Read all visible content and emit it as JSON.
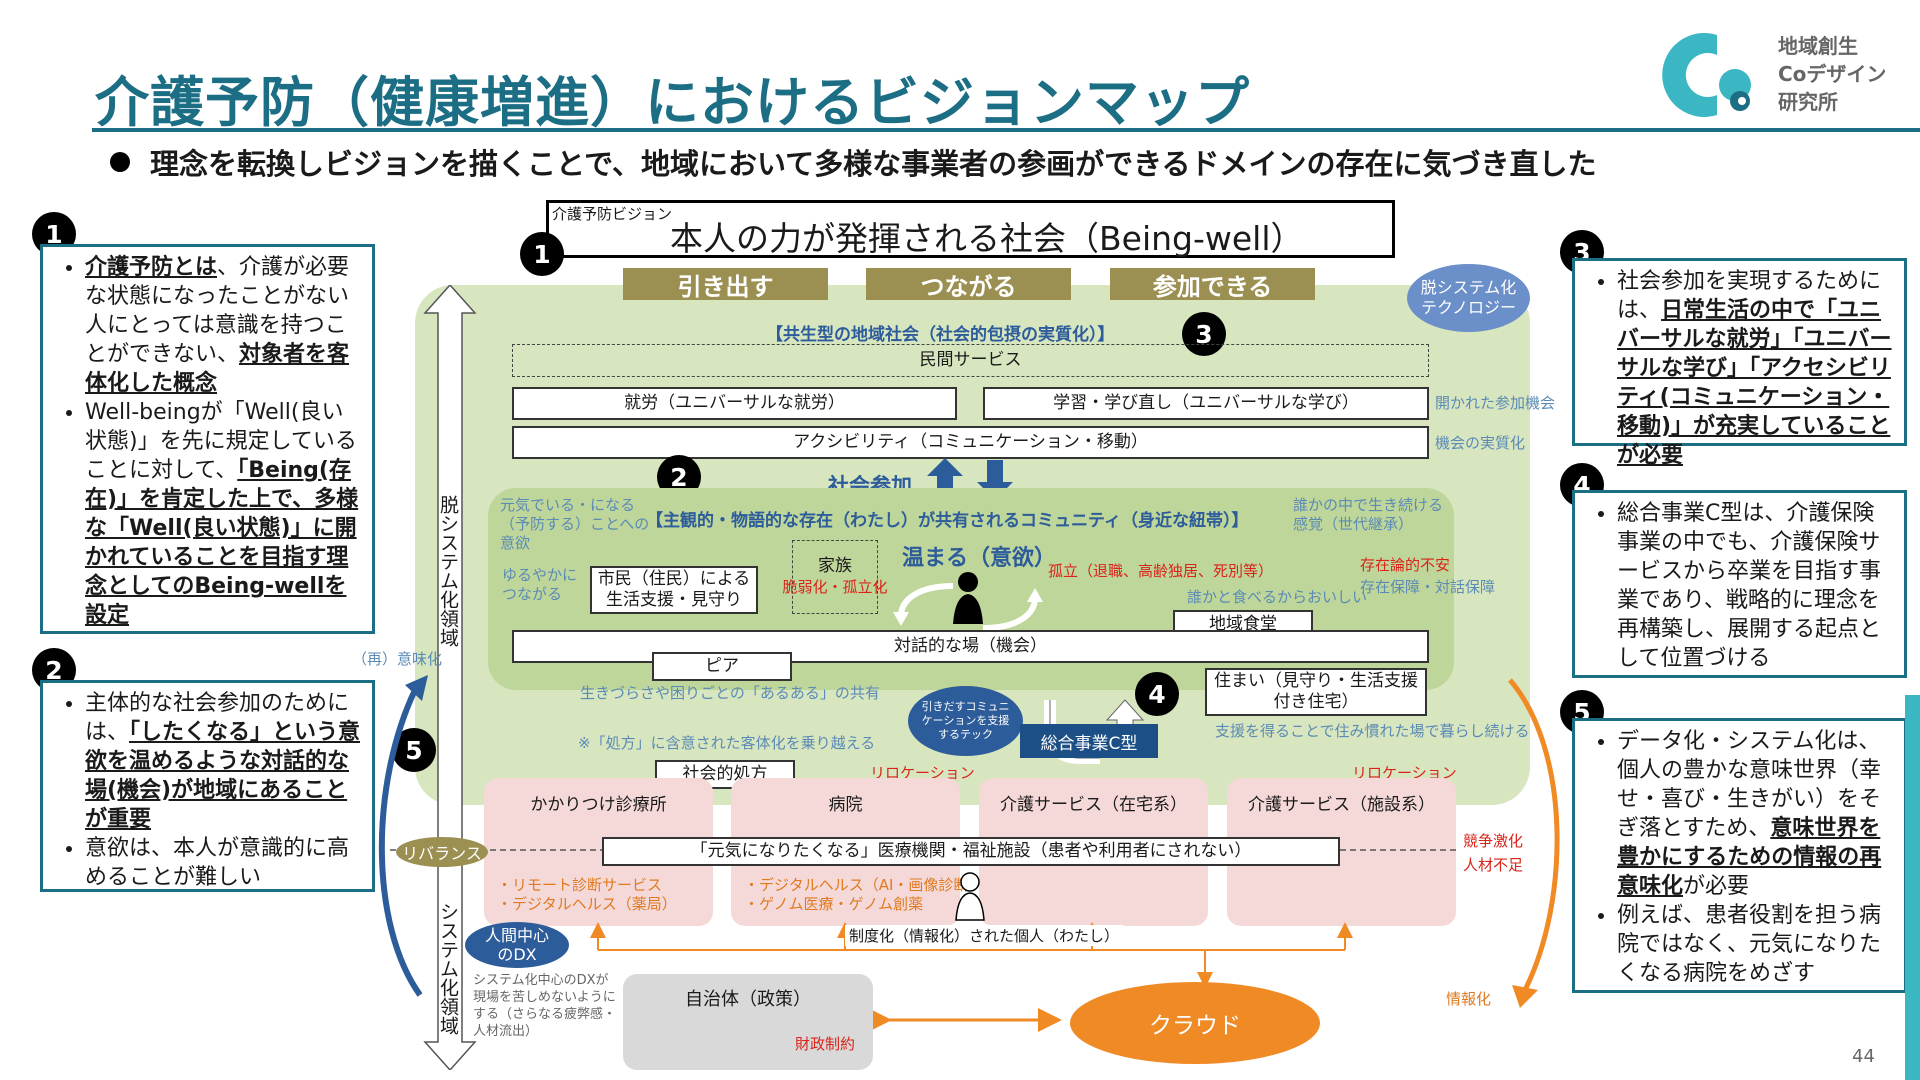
{
  "title": "介護予防（健康増進）におけるビジョンマップ",
  "subtitle": "理念を転換しビジョンを描くことで、地域において多様な事業者の参画ができるドメインの存在に気づき直した",
  "logo": {
    "lines": [
      "地域創生",
      "Coデザイン",
      "研究所"
    ]
  },
  "page_number": "44",
  "colors": {
    "teal": "#1c6e85",
    "olive": "#9c8f52",
    "green_bg": "#d8e6c0",
    "pink": "#f5d9d9",
    "orange": "#f08a24",
    "navy": "#2d5c9a"
  },
  "left_panel": {
    "box1": {
      "num": "1",
      "b1_strong": "介護予防とは",
      "b1_text1": "、介護が必要な状態になったことがない人にとっては意識を持つことができない、",
      "b1_strong2": "対象者を客体化した概念",
      "b2_text1": "Well-beingが「Well(良い状態)」を先に規定していることに対して、",
      "b2_strong": "「Being(存在)」を肯定した上で、多様な「Well(良い状態)」に開かれていることを目指す理念としてのBeing-wellを設定"
    },
    "box2": {
      "num": "2",
      "b1_text1": "主体的な社会参加のためには、",
      "b1_strong": "「したくなる」という意欲を温めるような対話的な場(機会)が地域にあることが重要",
      "b2_text": "意欲は、本人が意識的に高めることが難しい"
    }
  },
  "right_panel": {
    "box3": {
      "num": "3",
      "text1": "社会参加を実現するためには、",
      "strong": "日常生活の中で「ユニバーサルな就労」「ユニバーサルな学び」「アクセシビリティ(コミュニケーション・移動)」が充実していることが必要"
    },
    "box4": {
      "num": "4",
      "text": "総合事業C型は、介護保険事業の中でも、介護保険サービスから卒業を目指す事業であり、戦略的に理念を再構築し、展開する起点として位置づける"
    },
    "box5": {
      "num": "5",
      "b1_text1": "データ化・システム化は、個人の豊かな意味世界（幸せ・喜び・生きがい）をそぎ落とすため、",
      "b1_strong": "意味世界を豊かにするための情報の再意味化",
      "b1_text2": "が必要",
      "b2_text": "例えば、患者役割を担う病院ではなく、元気になりたくなる病院をめざす"
    }
  },
  "diagram": {
    "vision_label": "介護予防ビジョン",
    "vision_main": "本人の力が発揮される社会（Being-well）",
    "num1": "1",
    "num2": "2",
    "num3": "3",
    "num4": "4",
    "num5": "5",
    "tabs": [
      "引き出す",
      "つながる",
      "参加できる"
    ],
    "detech": "脱システム化テクノロジー",
    "kyosei": "【共生型の地域社会（社会的包摂の実質化）】",
    "minkan": "民間サービス",
    "shuro": "就労（ユニバーサルな就労）",
    "gakushu": "学習・学び直し（ユニバーサルな学び）",
    "access": "アクシビリティ（コミュニケーション・移動）",
    "open_chance": "開かれた参加機会",
    "chance_real": "機会の実質化",
    "shakai_sanka": "社会参加",
    "genki": "元気でいる・になる（予防する）ことへの意欲",
    "community": "【主観的・物語的な存在（わたし）が共有されるコミュニティ（身近な紐帯）】",
    "ikikata": "誰かの中で生き続ける感覚（世代継承）",
    "yuruyaka": "ゆるやかにつながる",
    "shimin": "市民（住民）による生活支援・見守り",
    "kazoku": "家族",
    "kazoku_red": "脆弱化・孤立化",
    "atatamaru": "温まる（意欲）",
    "koritsu": "孤立（退職、高齢独居、死別等）",
    "sonzai_fuan": "存在論的不安",
    "sonzai_hosho": "存在保障・対話保障",
    "dareka": "誰かと食べるからおいしい",
    "chiiki_shokudo": "地域食堂",
    "taiwa": "対話的な場（機会）",
    "peer": "ピア",
    "ikizurasa": "生きづらさや困りごとの「あるある」の共有",
    "hikidasu_tech": "引きだすコミュニケーションを支援するテック",
    "sogo_c": "総合事業C型",
    "sumai": "住まい（見守り・生活支援付き住宅）",
    "shien": "支援を得ることで住み慣れた場で暮らし続ける",
    "shoho_note": "※「処方」に含意された客体化を乗り越える",
    "shakaiteki_shoho": "社会的処方",
    "relocation": "リロケーション",
    "kakaritsuke": "かかりつけ診療所",
    "byoin": "病院",
    "kaigo_zaitaku": "介護サービス（在宅系）",
    "kaigo_shisetsu": "介護サービス（施設系）",
    "rebalance": "リバランス",
    "genki_iryo": "「元気になりたくなる」医療機関・福祉施設（患者や利用者にされない）",
    "kyoso": "競争激化",
    "jinzai": "人材不足",
    "remote": "・リモート診断サービス\n・デジタルヘルス（薬局）",
    "digital": "・デジタルヘルス（AI・画像診断）\n・ゲノム医療・ゲノム創薬",
    "seido": "制度化（情報化）された個人（わたし）",
    "ningen_dx": "人間中心のDX",
    "system_dx": "システム化中心のDXが現場を苦しめないようにする（さらなる疲弊感・人材流出）",
    "jichitai": "自治体（政策）",
    "zaisei": "財政制約",
    "cloud": "クラウド",
    "johoka": "情報化",
    "reimi": "（再）意味化",
    "datsu_ryoiki": "脱システム化領域",
    "sys_ryoiki": "システム化領域"
  }
}
